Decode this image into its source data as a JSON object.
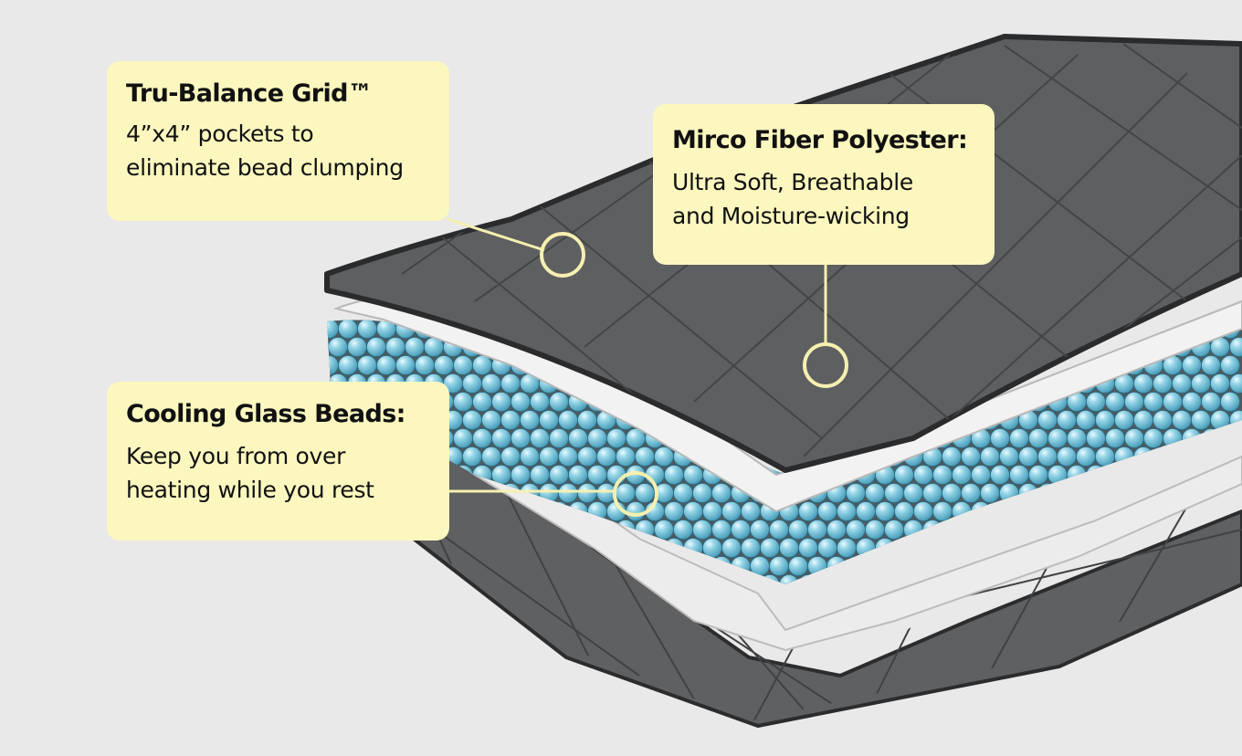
{
  "colors": {
    "background": "#e9e9e9",
    "callout_bg": "#fbf7bf",
    "fabric": "#5b5d5f",
    "fabric_edge": "#2f3133",
    "fleece": "#efefef",
    "bead": "#7fc7dd",
    "bead_highlight": "#e8f8fc",
    "leader_line": "#f6f0b0"
  },
  "callouts": {
    "grid": {
      "title": "Tru-Balance Grid™",
      "body": "4”x4” pockets to\neliminate bead clumping"
    },
    "fiber": {
      "title": "Mirco Fiber Polyester:",
      "body": "Ultra Soft, Breathable\nand Moisture-wicking"
    },
    "beads": {
      "title": "Cooling Glass Beads:",
      "body": "Keep you from over\nheating while you rest"
    }
  }
}
